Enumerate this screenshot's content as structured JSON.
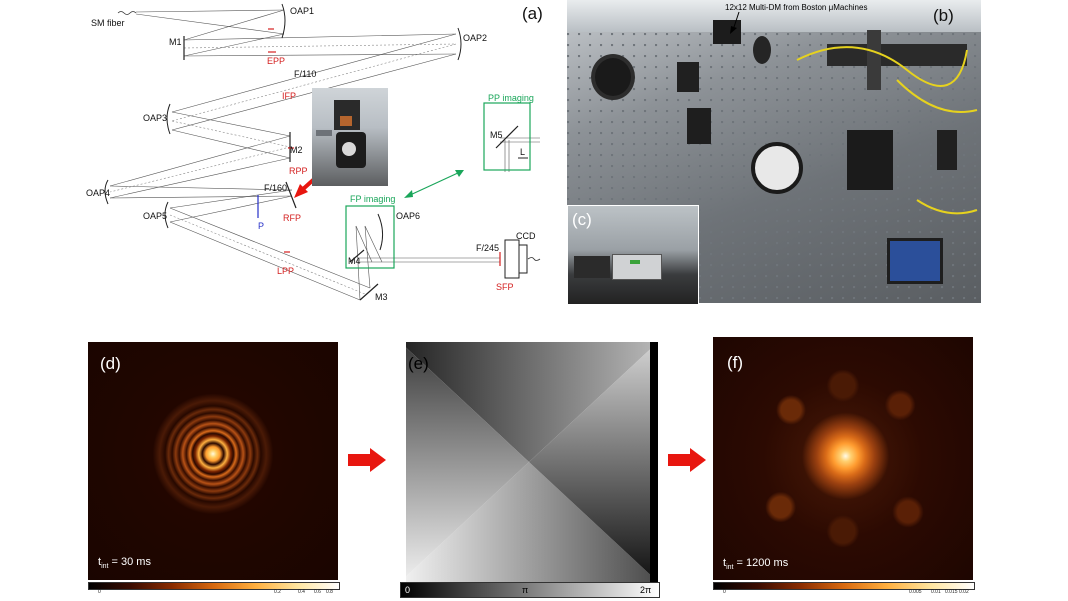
{
  "panel_a": {
    "letter": "(a)",
    "labels": {
      "sm_fiber": "SM fiber",
      "oap1": "OAP1",
      "m1": "M1",
      "epp": "EPP",
      "oap2": "OAP2",
      "f110": "F/110",
      "ifp": "IFP",
      "oap3": "OAP3",
      "m2": "M2",
      "rpp": "RPP",
      "oap4": "OAP4",
      "f160": "F/160",
      "rfp": "RFP",
      "p": "P",
      "oap5": "OAP5",
      "lpp": "LPP",
      "m3": "M3",
      "m4": "M4",
      "oap6": "OAP6",
      "fp_imaging": "FP imaging",
      "pp_imaging": "PP imaging",
      "m5": "M5",
      "l": "L",
      "f245": "F/245",
      "ccd": "CCD",
      "sfp": "SFP"
    }
  },
  "panel_b": {
    "letter": "(b)",
    "caption": "12x12 Multi-DM from Boston μMachines"
  },
  "panel_c": {
    "letter": "(c)"
  },
  "panel_d": {
    "letter": "(d)",
    "tint_main": "t",
    "tint_sub": "int",
    "tint_value": " = 30 ms",
    "colorbar_ticks": [
      "0",
      "0.2",
      "0.4",
      "0.6",
      "0.8"
    ]
  },
  "panel_e": {
    "letter": "(e)",
    "colorbar_ticks": [
      "0",
      "π",
      "2π"
    ]
  },
  "panel_f": {
    "letter": "(f)",
    "tint_main": "t",
    "tint_sub": "int",
    "tint_value": " = 1200 ms",
    "colorbar_ticks": [
      "0",
      "0.005",
      "0.01",
      "0.015",
      "0.02"
    ]
  },
  "colors": {
    "arrow_red": "#e8160f",
    "label_red": "#d42020",
    "label_green": "#1aa65a",
    "label_blue": "#2630c8"
  }
}
